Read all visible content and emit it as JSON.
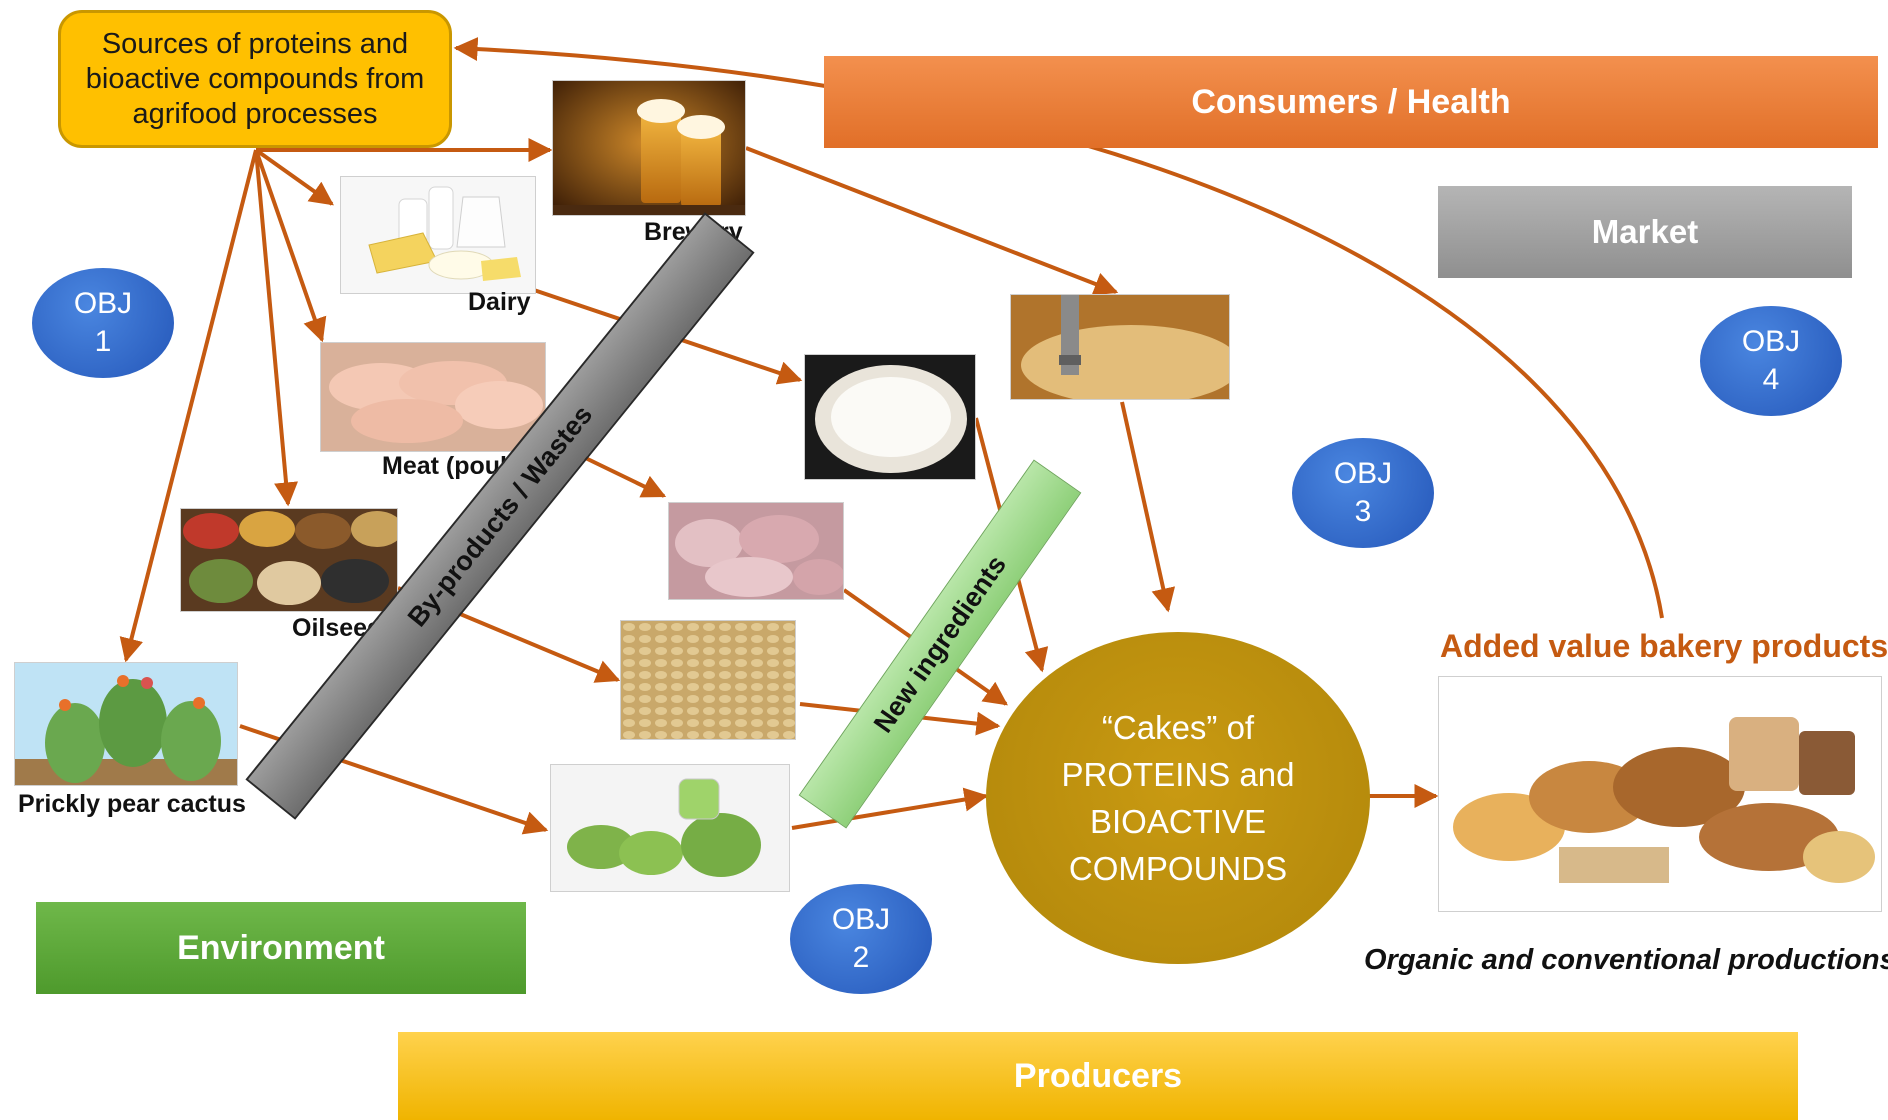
{
  "sources_box": {
    "text_line1": "Sources of proteins and",
    "text_line2": "bioactive compounds from",
    "text_line3": "agrifood processes"
  },
  "bands": {
    "consumers": "Consumers / Health",
    "market": "Market",
    "environment": "Environment",
    "producers": "Producers"
  },
  "objectives": [
    {
      "line1": "OBJ",
      "line2": "1"
    },
    {
      "line1": "OBJ",
      "line2": "2"
    },
    {
      "line1": "OBJ",
      "line2": "3"
    },
    {
      "line1": "OBJ",
      "line2": "4"
    }
  ],
  "sources": {
    "brewery": "Brewery",
    "dairy": "Dairy",
    "meat": "Meat (poultry)",
    "oilseeds": "Oilseeds",
    "cactus": "Prickly pear cactus"
  },
  "diagonals": {
    "byproducts": "By-products / Wastes",
    "new_ingredients": "New ingredients"
  },
  "cakes": {
    "line1": "“Cakes” of",
    "line2": "PROTEINS and",
    "line3": "BIOACTIVE",
    "line4": "COMPOUNDS"
  },
  "output": {
    "title": "Added value bakery products",
    "caption": "Organic and conventional productions"
  },
  "colors": {
    "arrow": "#c55a11",
    "obj": "#2e62c8",
    "consumers": "#ed7d31",
    "market": "#a6a6a6",
    "environment": "#5fa83a",
    "producers": "#ffc000",
    "cakes": "#bf900e"
  }
}
